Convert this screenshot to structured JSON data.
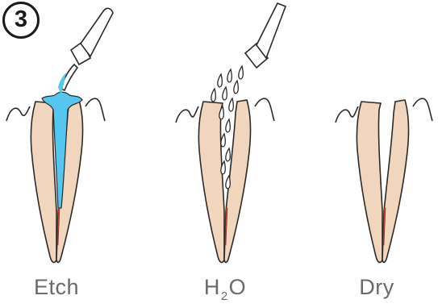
{
  "step": {
    "number": "3"
  },
  "captions": {
    "etch": "Etch",
    "h2o_main": "H",
    "h2o_sub": "2",
    "h2o_tail": "O",
    "dry": "Dry"
  },
  "colors": {
    "tooth": "#f1d6bd",
    "outline": "#2a2a2a",
    "etchant": "#55c6ef",
    "root_canal": "#b64a37",
    "caption_text": "#6a6a6a"
  }
}
